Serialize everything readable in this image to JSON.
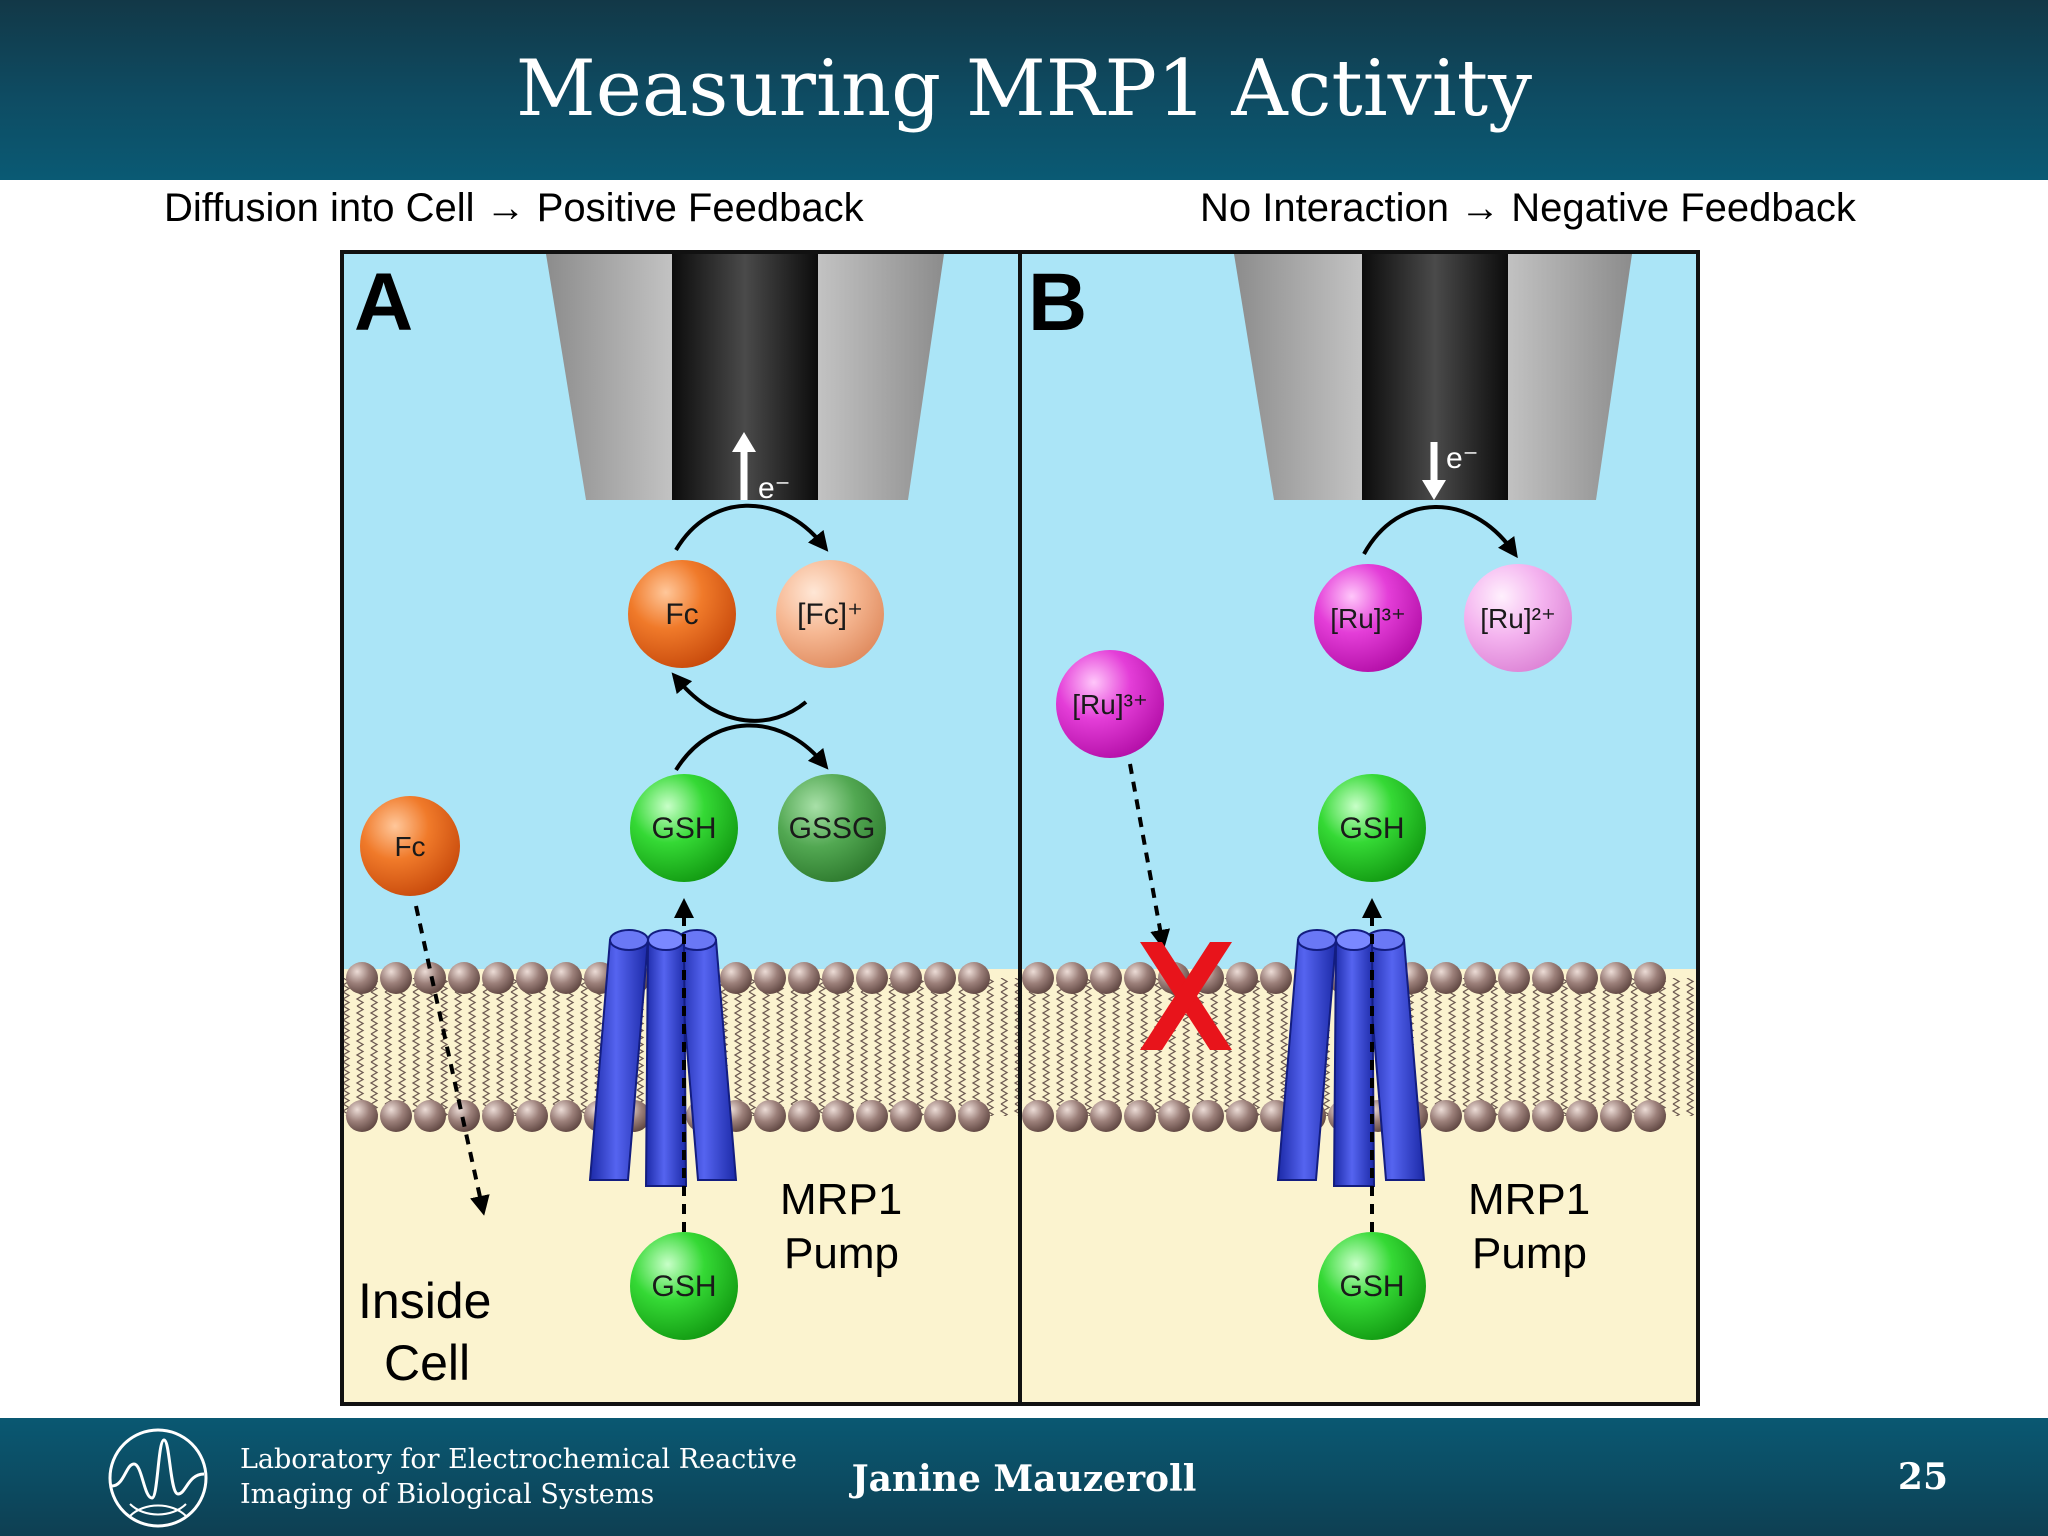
{
  "slide": {
    "title": "Measuring MRP1 Activity",
    "caption_left": "Diffusion into Cell → Positive Feedback",
    "caption_right": "No Interaction → Negative Feedback"
  },
  "panel_a": {
    "letter": "A",
    "electron": "e⁻",
    "fc": "Fc",
    "fc_plus": "[Fc]⁺",
    "gsh_top": "GSH",
    "gssg": "GSSG",
    "fc_diffusing": "Fc",
    "gsh_inside": "GSH",
    "pump_label_1": "MRP1",
    "pump_label_2": "Pump",
    "inside_label_1": "Inside",
    "inside_label_2": "Cell"
  },
  "panel_b": {
    "letter": "B",
    "electron": "e⁻",
    "ru3_top": "[Ru]³⁺",
    "ru2": "[Ru]²⁺",
    "ru3_left": "[Ru]³⁺",
    "gsh_top": "GSH",
    "gsh_inside": "GSH",
    "pump_label_1": "MRP1",
    "pump_label_2": "Pump"
  },
  "footer": {
    "lab_line_1": "Laboratory for Electrochemical Reactive",
    "lab_line_2": "Imaging of Biological Systems",
    "author": "Janine Mauzeroll",
    "page_number": "25"
  },
  "colors": {
    "header": "#0e4c63",
    "solution": "#abe5f7",
    "cytoplasm": "#fbf3cf",
    "lipid_head": "#8b6f68",
    "pump": "#3b49d8",
    "fc": "#f06d1f",
    "fc_plus": "#f6b08c",
    "gsh": "#2fd12f",
    "gssg": "#4aa24a",
    "ru3": "#e22fd6",
    "ru2": "#f3a9ef",
    "x_mark": "#e8141b"
  }
}
